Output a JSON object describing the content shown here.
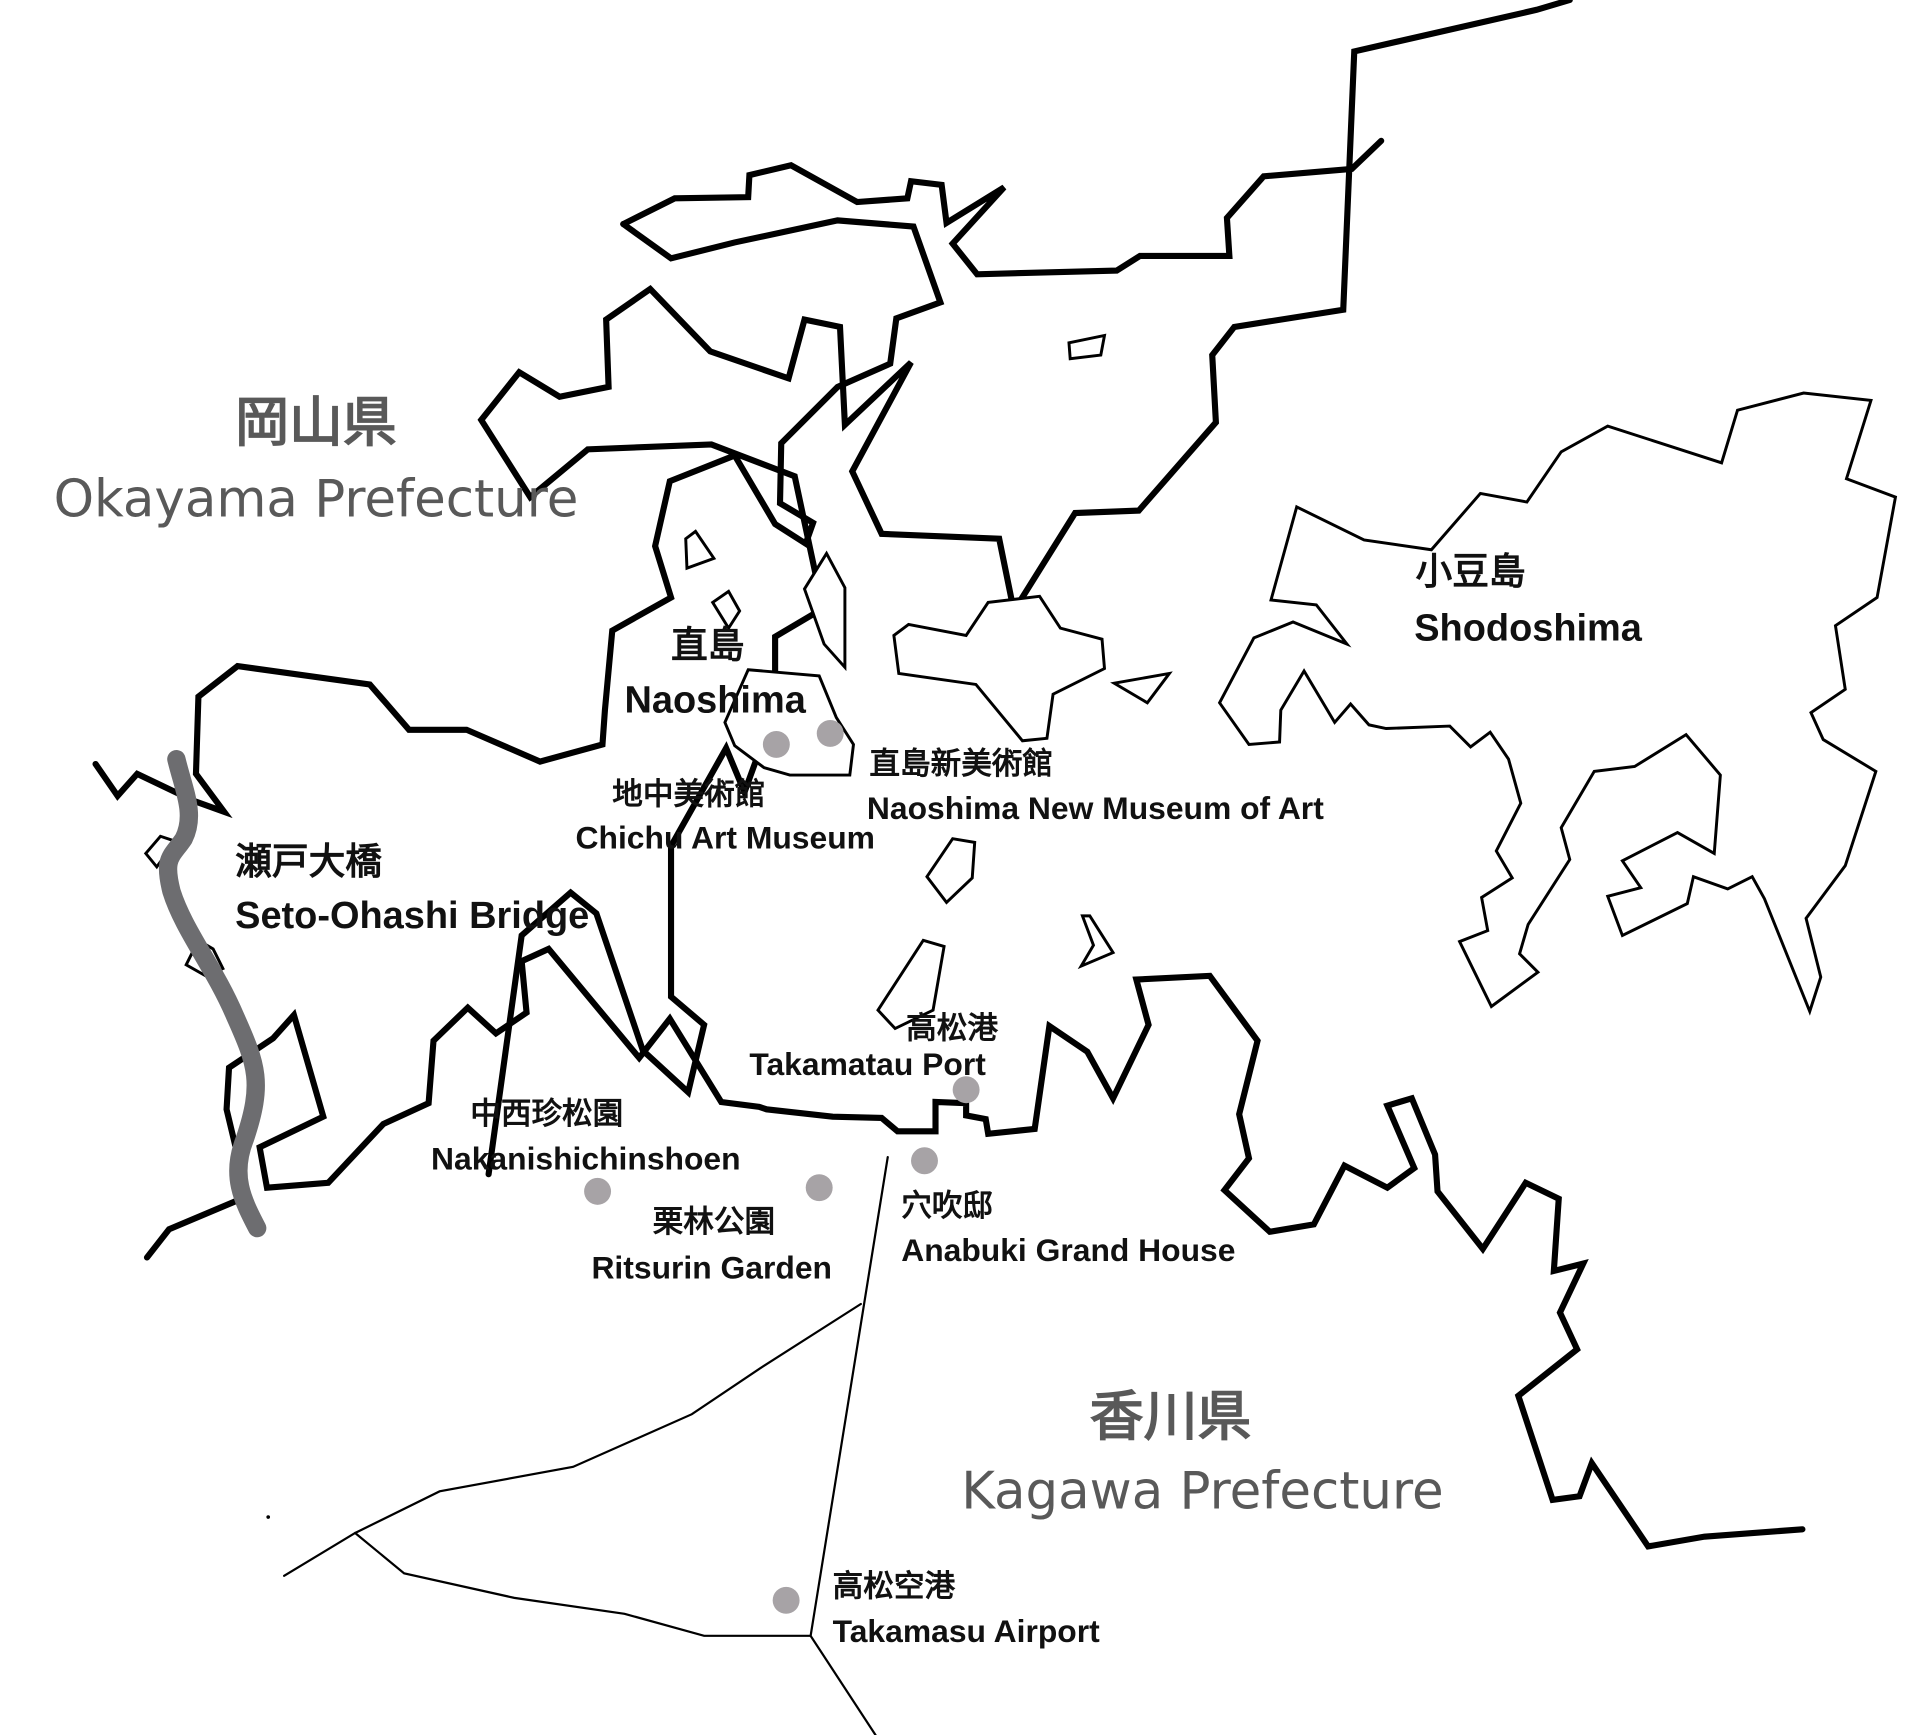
{
  "map": {
    "prefectures": {
      "okayama": {
        "jp": "岡山県",
        "en": "Okayama Prefecture"
      },
      "kagawa": {
        "jp": "香川県",
        "en": "Kagawa Prefecture"
      }
    },
    "islands": {
      "naoshima": {
        "jp": "直島",
        "en": "Naoshima"
      },
      "shodoshima": {
        "jp": "小豆島",
        "en": "Shodoshima"
      }
    },
    "landmarks": {
      "seto_ohashi": {
        "jp": "瀬戸大橋",
        "en": "Seto-Ohashi Bridge"
      },
      "chichu": {
        "jp": "地中美術館",
        "en": "Chichu Art Museum"
      },
      "naoshima_new": {
        "jp": "直島新美術館",
        "en": "Naoshima New Museum of Art"
      },
      "takamatsu_port": {
        "jp": "高松港",
        "en": "Takamatau Port"
      },
      "nakanishi": {
        "jp": "中西珍松園",
        "en": "Nakanishichinshoen"
      },
      "ritsurin": {
        "jp": "栗林公園",
        "en": "Ritsurin Garden"
      },
      "anabuki": {
        "jp": "穴吹邸",
        "en": "Anabuki Grand House"
      },
      "airport": {
        "jp": "高松空港",
        "en": "Takamasu Airport"
      }
    },
    "colors": {
      "coastline": "#000000",
      "bridge": "#6d6d70",
      "poi_marker": "#a7a3a6",
      "prefecture_text": "#595959",
      "label_text": "#111111"
    },
    "icons": {
      "poi_marker": "circle-marker-icon"
    }
  }
}
